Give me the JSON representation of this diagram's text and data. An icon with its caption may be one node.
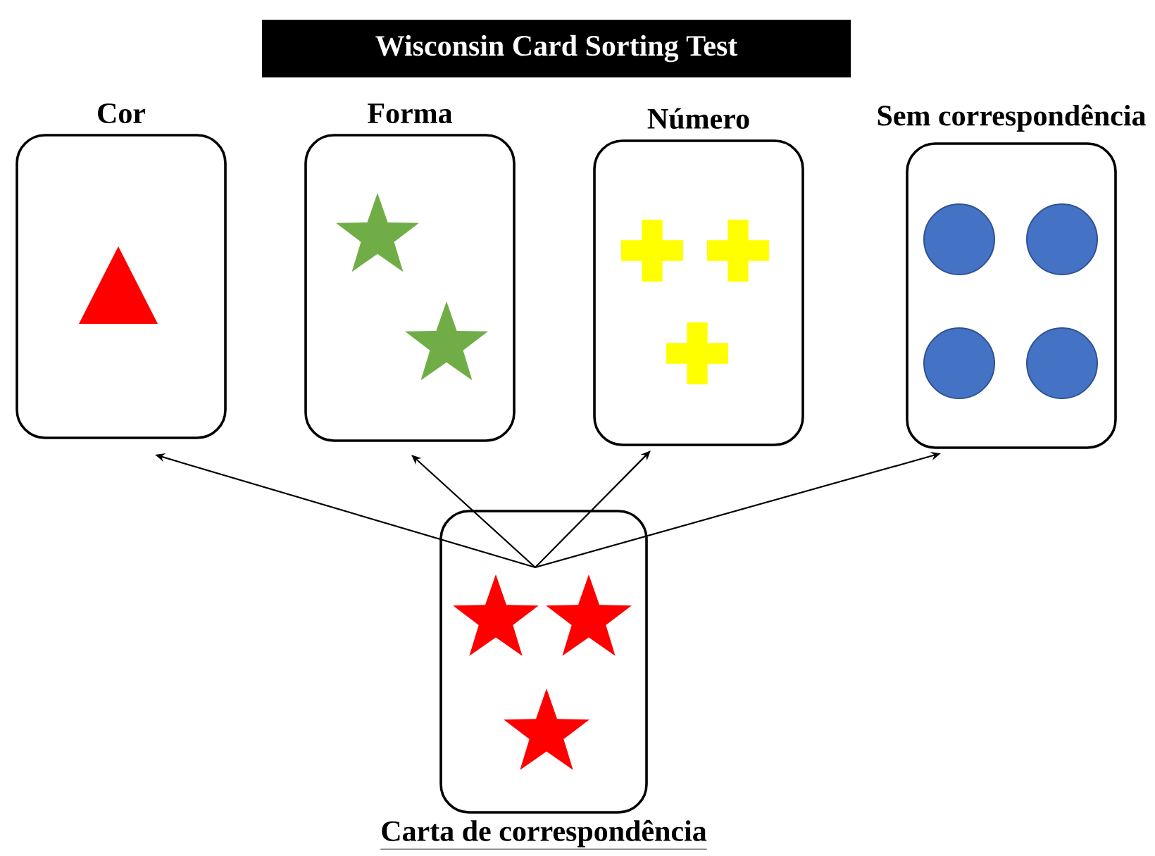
{
  "diagram": {
    "title": "Wisconsin Card Sorting Test",
    "nodes": [
      {
        "text": [
          "Cor"
        ]
      },
      {
        "text": [
          "Forma"
        ]
      },
      {
        "text": [
          "Número"
        ]
      },
      {
        "text": [
          "Sem correspondência"
        ]
      },
      {
        "text": [
          "Carta de correspondência"
        ]
      }
    ],
    "edges": [
      {
        "from": 4,
        "to": 0,
        "arrow": "to"
      },
      {
        "from": 4,
        "to": 1,
        "arrow": "to"
      },
      {
        "from": 4,
        "to": 2,
        "arrow": "to"
      },
      {
        "from": 4,
        "to": 3,
        "arrow": "to"
      }
    ]
  }
}
